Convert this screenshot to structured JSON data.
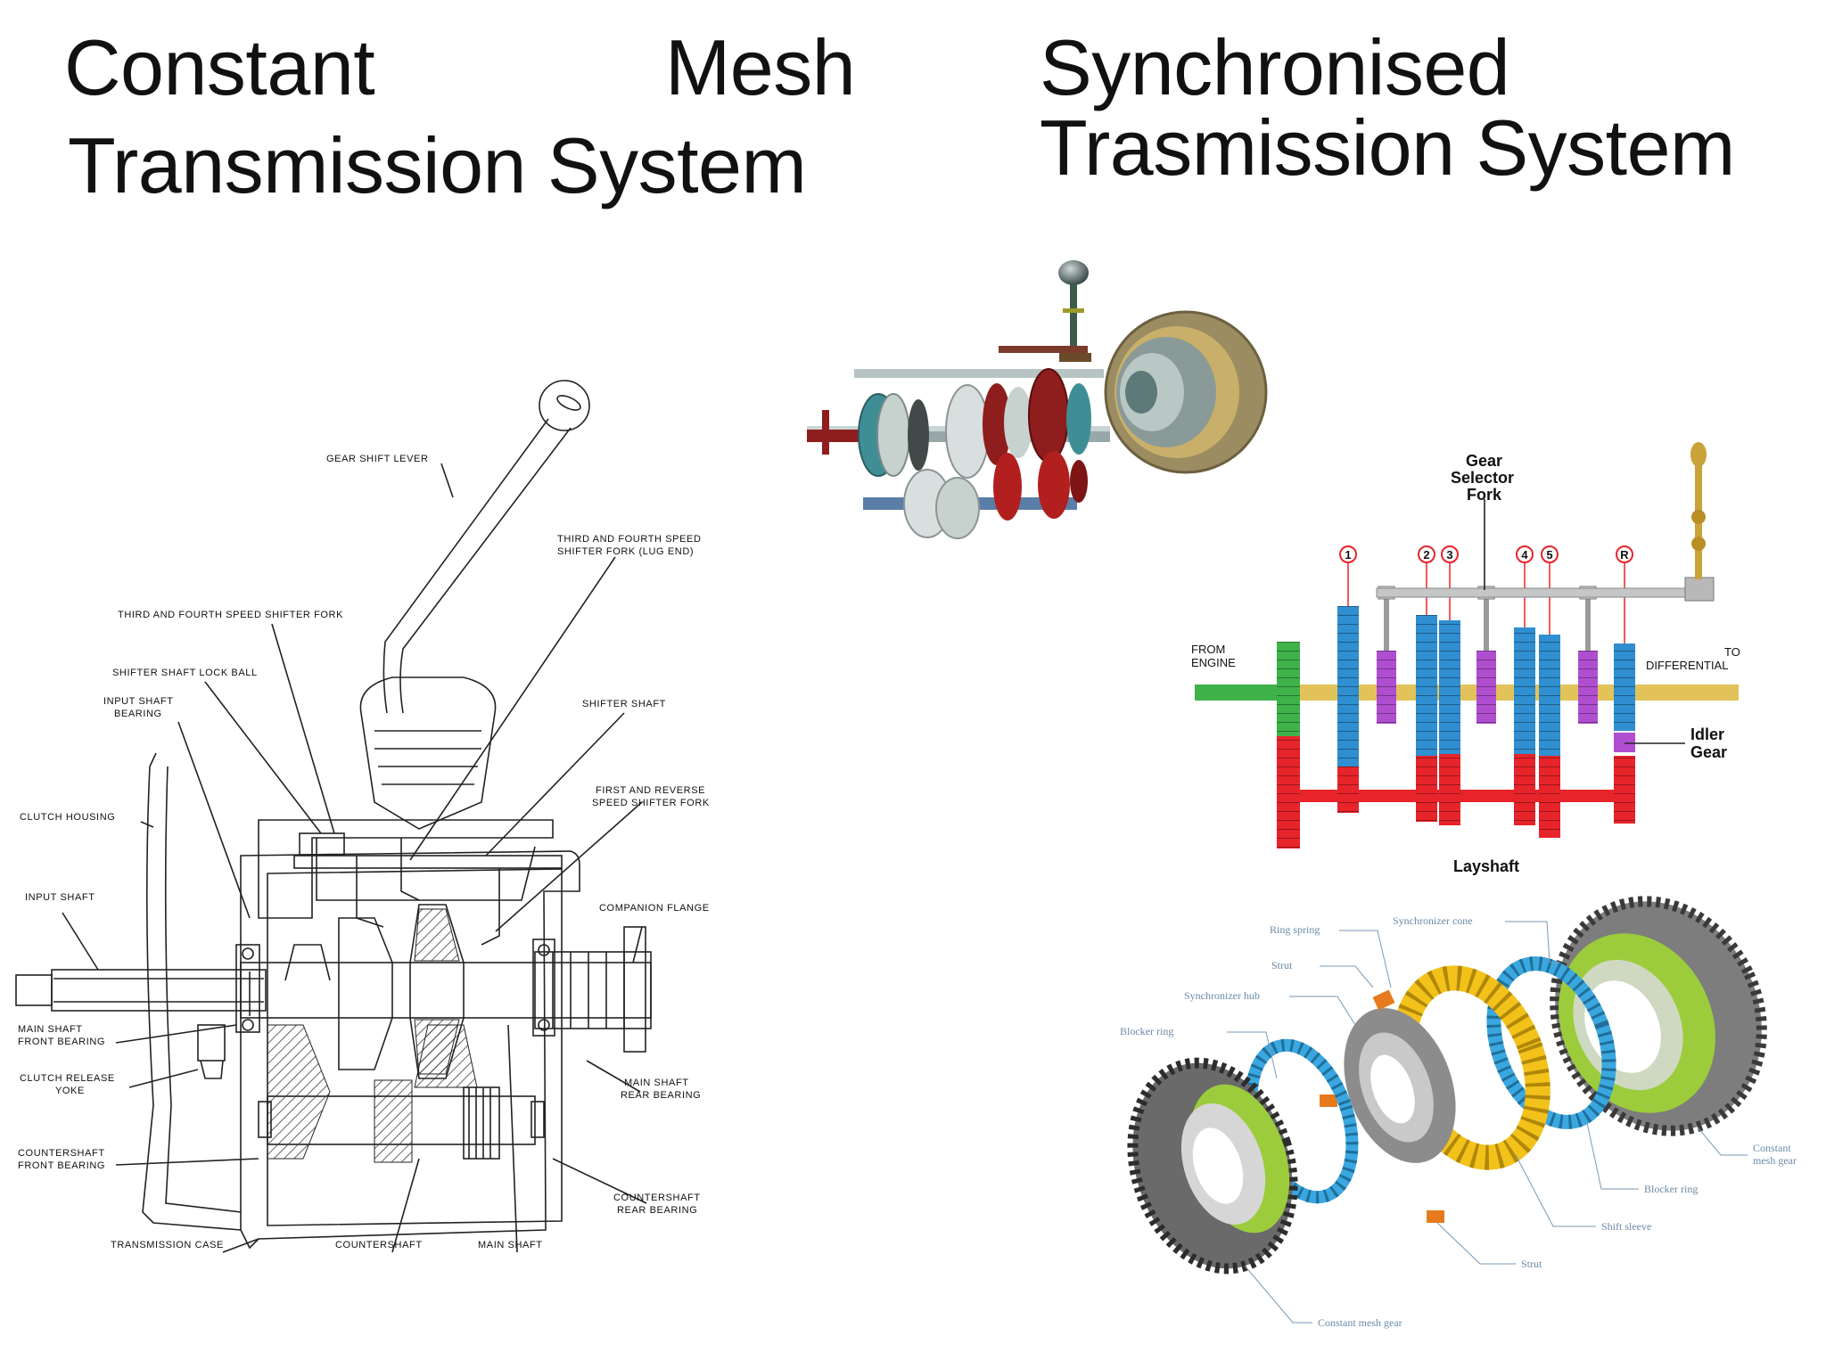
{
  "titles": {
    "constant_line1_word1": "Constant",
    "constant_line1_word2": "Mesh",
    "constant_line2": "Transmission System",
    "synchro_line1": "Synchronised",
    "synchro_line2": "Trasmission System"
  },
  "cutaway_labels": {
    "gear_shift_lever": "GEAR SHIFT LEVER",
    "third_fourth_fork_lug_1": "THIRD AND FOURTH SPEED",
    "third_fourth_fork_lug_2": "SHIFTER FORK (LUG END)",
    "third_fourth_fork": "THIRD AND FOURTH SPEED SHIFTER FORK",
    "lock_ball": "SHIFTER SHAFT LOCK BALL",
    "input_bearing_1": "INPUT SHAFT",
    "input_bearing_2": "BEARING",
    "shifter_shaft": "SHIFTER SHAFT",
    "clutch_housing": "CLUTCH HOUSING",
    "first_reverse_1": "FIRST AND REVERSE",
    "first_reverse_2": "SPEED SHIFTER FORK",
    "input_shaft": "INPUT SHAFT",
    "companion_flange": "COMPANION FLANGE",
    "main_front_bearing_1": "MAIN SHAFT",
    "main_front_bearing_2": "FRONT BEARING",
    "clutch_yoke_1": "CLUTCH RELEASE",
    "clutch_yoke_2": "YOKE",
    "main_rear_bearing_1": "MAIN SHAFT",
    "main_rear_bearing_2": "REAR BEARING",
    "counter_front_1": "COUNTERSHAFT",
    "counter_front_2": "FRONT BEARING",
    "counter_rear_1": "COUNTERSHAFT",
    "counter_rear_2": "REAR BEARING",
    "transmission_case": "TRANSMISSION CASE",
    "countershaft": "COUNTERSHAFT",
    "main_shaft": "MAIN SHAFT"
  },
  "schematic_labels": {
    "selector_1": "Gear",
    "selector_2": "Selector",
    "selector_3": "Fork",
    "from_1": "FROM",
    "from_2": "ENGINE",
    "to_1": "TO",
    "to_2": "DIFFERENTIAL",
    "idler_1": "Idler",
    "idler_2": "Gear",
    "layshaft": "Layshaft",
    "gear_numbers": [
      "1",
      "2",
      "3",
      "4",
      "5",
      "R"
    ]
  },
  "exploded_labels": {
    "ring_spring": "Ring spring",
    "synchronizer_cone": "Synchronizer cone",
    "strut_top": "Strut",
    "synchronizer_hub": "Synchronizer hub",
    "blocker_ring_left": "Blocker ring",
    "constant_mesh_right_1": "Constant",
    "constant_mesh_right_2": "mesh gear",
    "blocker_ring_right": "Blocker ring",
    "shift_sleeve": "Shift sleeve",
    "strut_bottom": "Strut",
    "constant_mesh_bottom": "Constant mesh gear"
  },
  "colors": {
    "gear_blue": "#2f8fd0",
    "gear_red": "#e8242b",
    "gear_green": "#3fb24a",
    "gear_purple": "#b04ed0",
    "shaft_yellow": "#e2c35a",
    "sync_yellow": "#f3c21a",
    "sync_blue": "#3aa7e0",
    "sync_green": "#9ccc3c",
    "dark_red": "#8e1d1d"
  }
}
